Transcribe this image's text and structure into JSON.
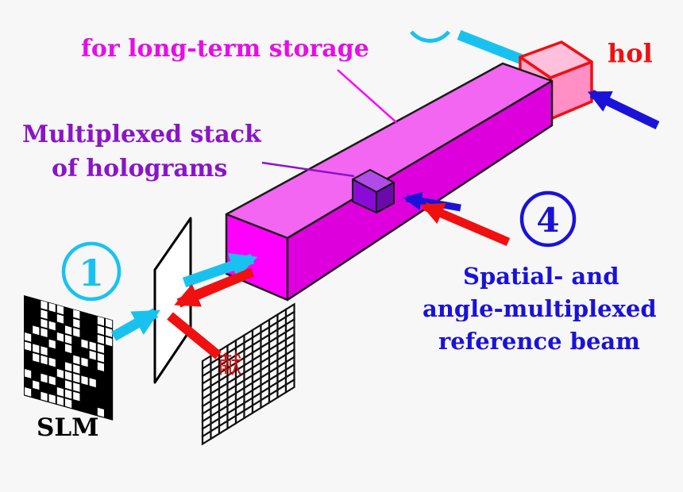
{
  "labels": {
    "storage": "for long-term storage",
    "stack_line1": "Multiplexed stack",
    "stack_line2": "of holograms",
    "hologram_partial": "hol",
    "reference_line1": "Spatial- and",
    "reference_line2": "angle-multiplexed",
    "reference_line3": "reference beam",
    "slm": "SLM",
    "step1": "1",
    "step4": "4"
  },
  "colors": {
    "crystal": "#ff00ff",
    "stack_cube": "#8a0ad8",
    "hologram_box": "#ff99cc",
    "beam_cyan": "#19c2ee",
    "beam_red": "#f01010",
    "beam_blue": "#1a12d8"
  }
}
